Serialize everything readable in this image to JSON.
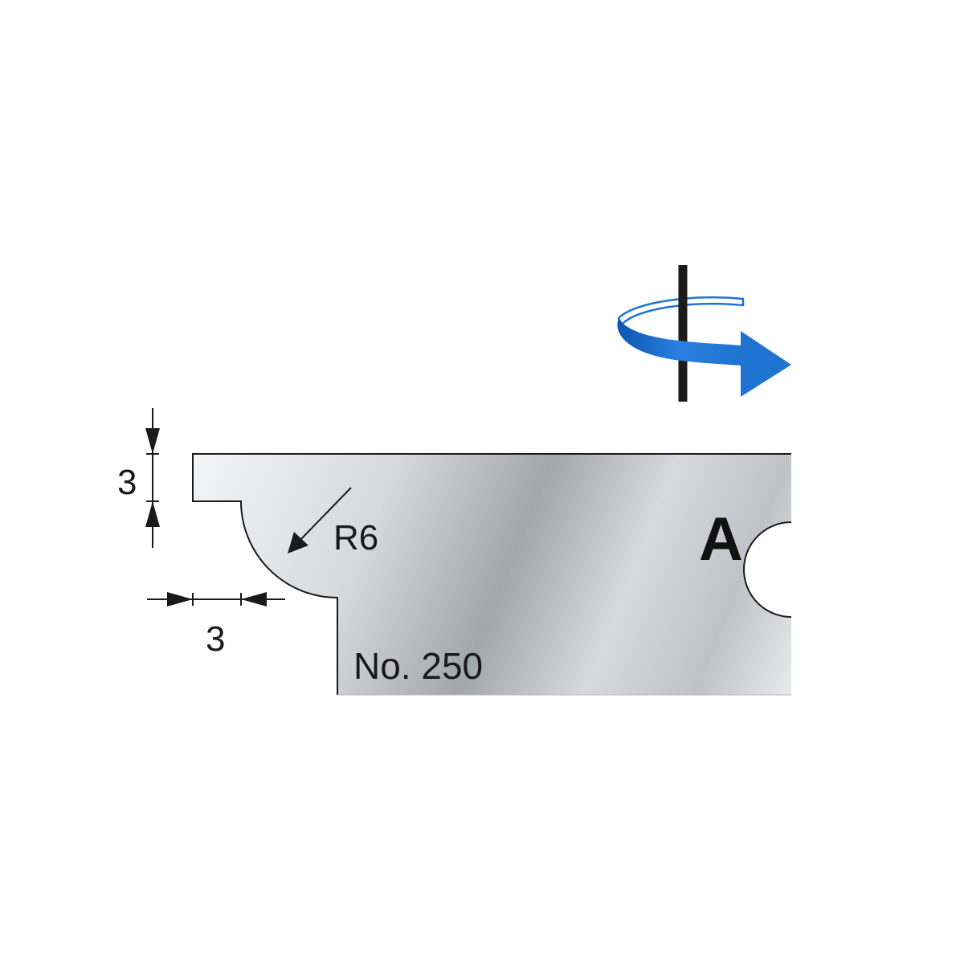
{
  "diagram": {
    "dimensions": {
      "vertical_step": "3",
      "horizontal_step": "3",
      "radius": "R6"
    },
    "side_label": "A",
    "part_number": "No. 250"
  },
  "colors": {
    "rotation_arrow": "#1f74d1",
    "rotation_arrow_dark": "#0b57ad",
    "axis": "#1a1a1a",
    "outline": "#1a1a1a",
    "steel_light": "#f2f3f5",
    "steel_mid": "#c9cbd0",
    "steel_dark": "#9c9fa6"
  }
}
